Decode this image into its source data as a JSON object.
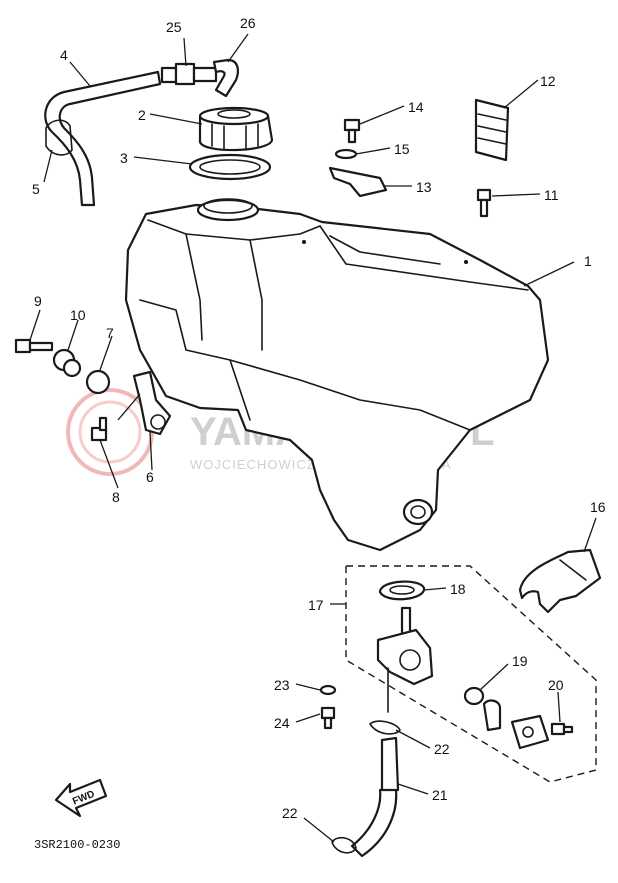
{
  "diagram": {
    "part_code": "3SR2100-0230",
    "forward_label": "FWD",
    "watermark": {
      "brand": "YAMASKLEP.PL",
      "subtitle": "WOJCIECHOWICZ | DEALER YAMAHA",
      "seal_color": "#f2b8b8"
    },
    "callouts": {
      "c1": "1",
      "c2": "2",
      "c3": "3",
      "c4": "4",
      "c5": "5",
      "c6": "6",
      "c7": "7",
      "c8": "8",
      "c9": "9",
      "c10": "10",
      "c11": "11",
      "c12": "12",
      "c13": "13",
      "c14": "14",
      "c15": "15",
      "c16": "16",
      "c17": "17",
      "c18": "18",
      "c19": "19",
      "c20": "20",
      "c21": "21",
      "c22a": "22",
      "c22b": "22",
      "c23": "23",
      "c24": "24",
      "c25": "25",
      "c26": "26"
    }
  }
}
